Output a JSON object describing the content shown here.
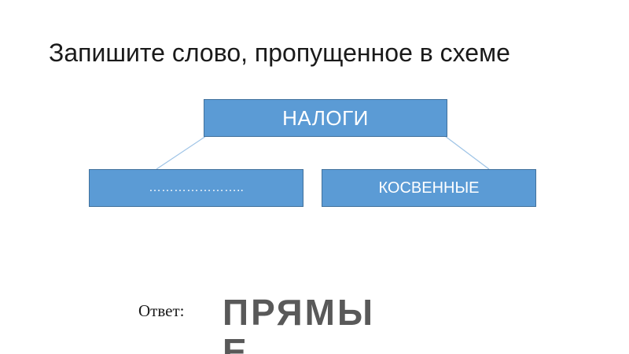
{
  "slide": {
    "title": "Запишите слово, пропущенное в схеме"
  },
  "diagram": {
    "root": "НАЛОГИ",
    "left_child": "…………………..",
    "right_child": "КОСВЕННЫЕ"
  },
  "answer": {
    "label": "Ответ:",
    "value": "ПРЯМЫЕ"
  },
  "colors": {
    "box_fill": "#5b9bd5",
    "box_border": "#41719c",
    "connector": "#9dc3e6",
    "answer_text": "#595959"
  }
}
